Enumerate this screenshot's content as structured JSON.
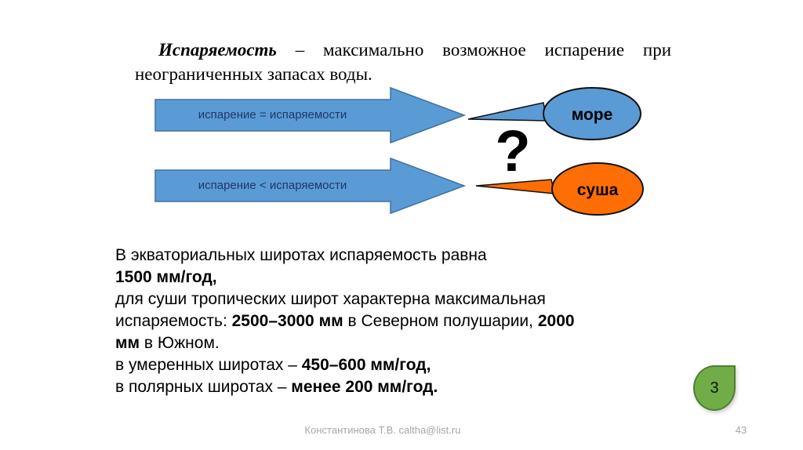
{
  "slide": {
    "title": {
      "term": "Испаряемость",
      "rest": "– максимально возможное испарение при неограниченных запасах воды."
    },
    "diagram": {
      "arrow1_label": "испарение = испаряемости",
      "arrow2_label": "испарение < испаряемости",
      "question_mark": "?",
      "callout_sea_label": "море",
      "callout_land_label": "суша",
      "colors": {
        "arrow_fill": "#5B9BD5",
        "arrow_border": "#41719C",
        "arrow_text": "#1F3864",
        "sea_fill": "#5B9BD5",
        "land_fill": "#FF6D05",
        "callout_border": "#111111",
        "question_mark_color": "#000000"
      }
    },
    "body": {
      "lines": [
        {
          "segments": [
            {
              "text": "В экваториальных широтах испаряемость равна",
              "bold": false
            }
          ]
        },
        {
          "segments": [
            {
              "text": "1500 мм/год,",
              "bold": true
            }
          ]
        },
        {
          "segments": [
            {
              "text": "для суши тропических широт характерна максимальная",
              "bold": false
            }
          ]
        },
        {
          "segments": [
            {
              "text": "испаряемость: ",
              "bold": false
            },
            {
              "text": "2500–3000 мм",
              "bold": true
            },
            {
              "text": " в Северном полушарии, ",
              "bold": false
            },
            {
              "text": "2000",
              "bold": true
            }
          ]
        },
        {
          "segments": [
            {
              "text": "мм",
              "bold": true
            },
            {
              "text": " в Южном.",
              "bold": false
            }
          ]
        },
        {
          "segments": [
            {
              "text": "в умеренных широтах – ",
              "bold": false
            },
            {
              "text": "450–600 мм/год,",
              "bold": true
            }
          ]
        },
        {
          "segments": [
            {
              "text": "в полярных широтах – ",
              "bold": false
            },
            {
              "text": "менее 200 мм/год.",
              "bold": true
            }
          ]
        }
      ]
    },
    "badge": {
      "number": "3",
      "fill": "#70AD47",
      "border": "#507E32"
    },
    "footer": {
      "author": "Константинова Т.В. caltha@list.ru",
      "page_number": "43"
    }
  }
}
